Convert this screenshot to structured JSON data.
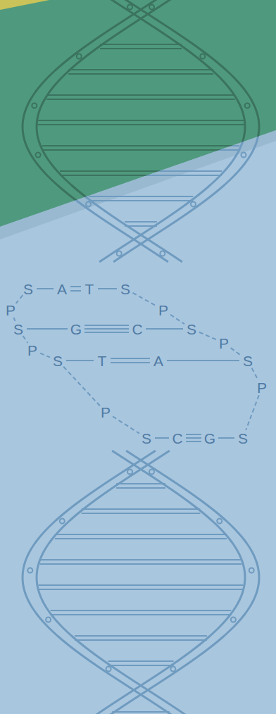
{
  "diagram": {
    "labels": [
      "S",
      "A",
      "T",
      "S",
      "P",
      "P",
      "S",
      "G",
      "C",
      "S",
      "P",
      "P",
      "S",
      "T",
      "A",
      "S",
      "P",
      "P",
      "S",
      "C",
      "G",
      "S"
    ]
  }
}
